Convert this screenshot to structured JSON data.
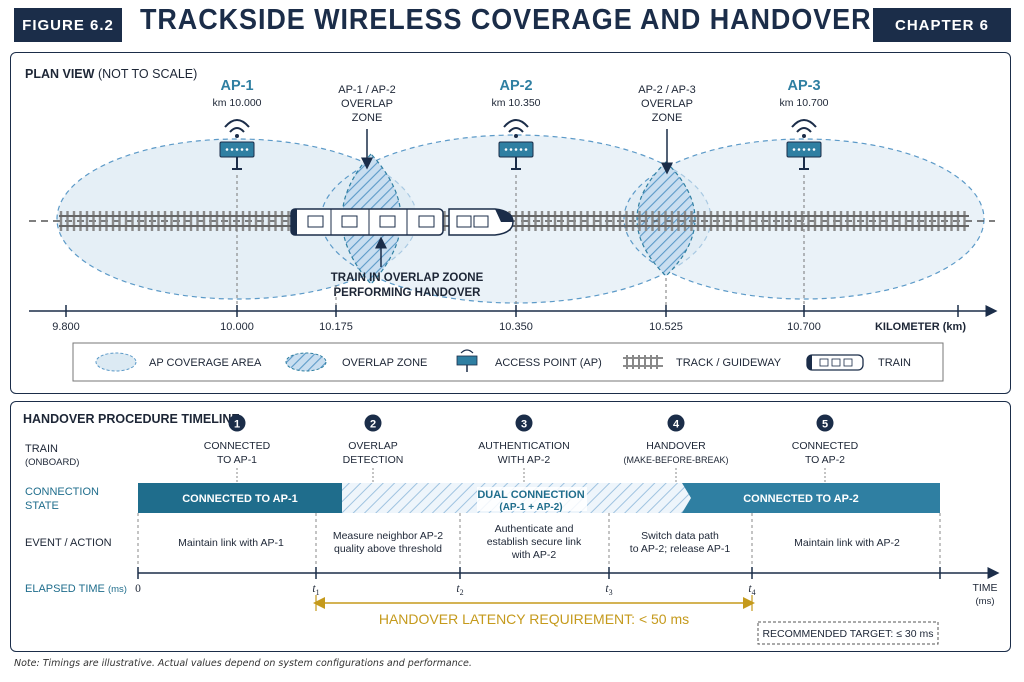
{
  "header": {
    "figure_label": "FIGURE 6.2",
    "title": "TRACKSIDE WIRELESS COVERAGE AND HANDOVER",
    "chapter_label": "CHAPTER 6"
  },
  "plan_view": {
    "heading_bold": "PLAN VIEW",
    "heading_note": "(NOT TO SCALE)",
    "access_points": [
      {
        "name": "AP-1",
        "km": "km 10.000"
      },
      {
        "name": "AP-2",
        "km": "km 10.350"
      },
      {
        "name": "AP-3",
        "km": "km 10.700"
      }
    ],
    "overlap_zones": [
      {
        "line1": "AP-1 / AP-2",
        "line2": "OVERLAP",
        "line3": "ZONE"
      },
      {
        "line1": "AP-2 / AP-3",
        "line2": "OVERLAP",
        "line3": "ZONE"
      }
    ],
    "train_caption_line1": "TRAIN IN OVERLAP ZOONE",
    "train_caption_line2": "PERFORMING HANDOVER",
    "axis_ticks": [
      "9.800",
      "10.000",
      "10.175",
      "10.350",
      "10.525",
      "10.700"
    ],
    "axis_unit": "KILOMETER (km)",
    "legend": {
      "coverage": "AP COVERAGE AREA",
      "overlap": "OVERLAP ZONE",
      "access_point": "ACCESS POINT (AP)",
      "track": "TRACK / GUIDEWAY",
      "train": "TRAIN"
    }
  },
  "timeline": {
    "heading": "HANDOVER PROCEDURE TIMELINE",
    "row_train_line1": "TRAIN",
    "row_train_line2": "(ONBOARD)",
    "row_state_line1": "CONNECTION",
    "row_state_line2": "STATE",
    "row_event": "EVENT / ACTION",
    "row_time_bold": "ELAPSED TIME",
    "row_time_unit": "(ms)",
    "steps": [
      {
        "num": "1",
        "line1": "CONNECTED",
        "line2": "TO AP-1"
      },
      {
        "num": "2",
        "line1": "OVERLAP",
        "line2": "DETECTION"
      },
      {
        "num": "3",
        "line1": "AUTHENTICATION",
        "line2": "WITH AP-2"
      },
      {
        "num": "4",
        "line1": "HANDOVER",
        "line2": "(MAKE-BEFORE-BREAK)"
      },
      {
        "num": "5",
        "line1": "CONNECTED",
        "line2": "TO AP-2"
      }
    ],
    "state_bar": {
      "left_label": "CONNECTED TO AP-1",
      "mid_line1": "DUAL CONNECTION",
      "mid_line2": "(AP-1 + AP-2)",
      "right_label": "CONNECTED TO AP-2"
    },
    "events": [
      {
        "line1": "Maintain link with AP-1",
        "line2": "",
        "line3": ""
      },
      {
        "line1": "Measure neighbor AP-2",
        "line2": "quality above threshold",
        "line3": ""
      },
      {
        "line1": "Authenticate and",
        "line2": "establish secure link",
        "line3": "with AP-2"
      },
      {
        "line1": "Switch data path",
        "line2": "to AP-2; release AP-1",
        "line3": ""
      },
      {
        "line1": "Maintain link with AP-2",
        "line2": "",
        "line3": ""
      }
    ],
    "time_ticks": [
      {
        "t": "0",
        "sub": ""
      },
      {
        "t": "t",
        "sub": "1"
      },
      {
        "t": "t",
        "sub": "2"
      },
      {
        "t": "t",
        "sub": "3"
      },
      {
        "t": "t",
        "sub": "4"
      }
    ],
    "time_axis_label": "TIME",
    "time_axis_unit": "(ms)",
    "latency_requirement": "HANDOVER LATENCY REQUIREMENT: < 50 ms",
    "recommended_target": "RECOMMENDED TARGET: ≤ 30 ms"
  },
  "note": "Note: Timings are illustrative. Actual values depend on system configurations and performance.",
  "colors": {
    "navy": "#1b2d49",
    "teal": "#2f7fa2",
    "dark_teal": "#1f6d8c",
    "light_blue": "#dceaf3",
    "hatch": "#5c9ac8",
    "gold": "#c59a1c"
  }
}
